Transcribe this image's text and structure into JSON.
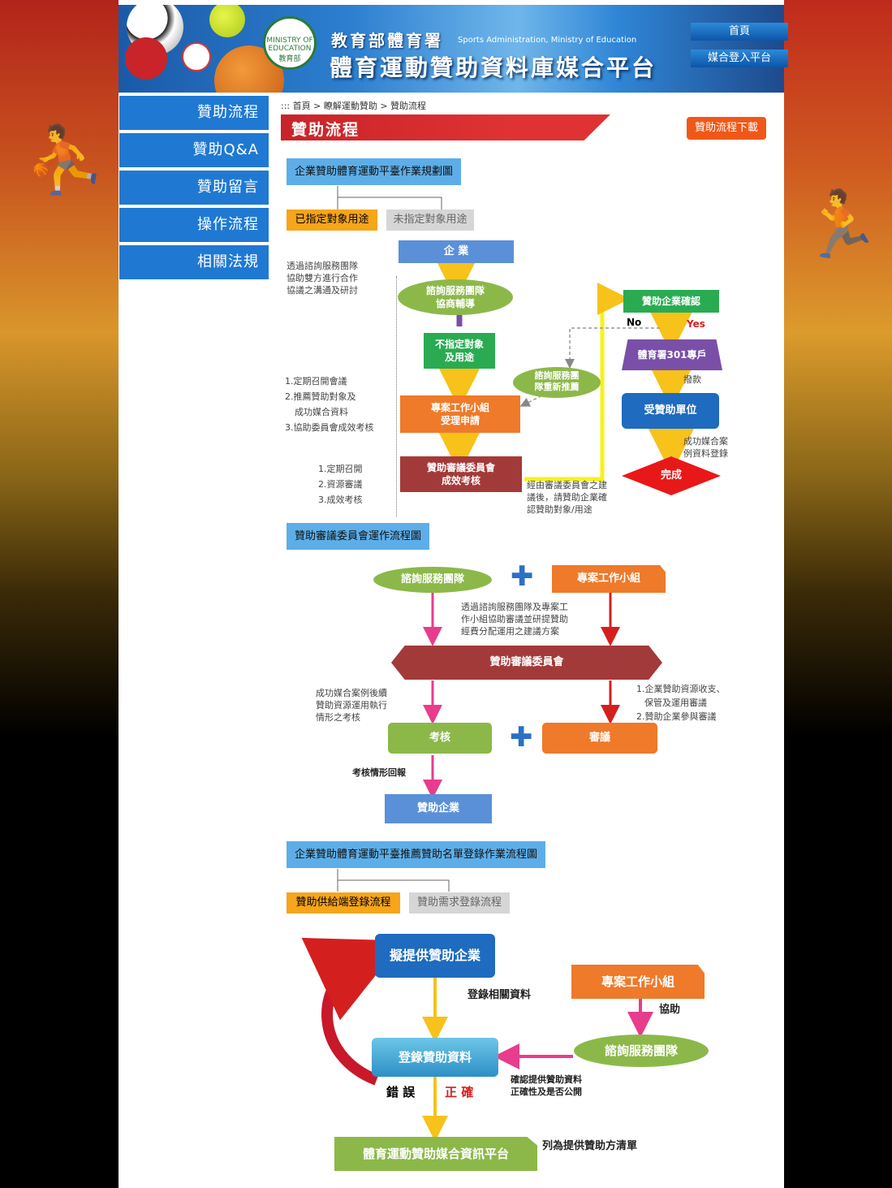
{
  "header": {
    "ministry": "教育部體育署",
    "ministry_en": "Sports Administration, Ministry of Education",
    "site_title": "體育運動贊助資料庫媒合平台",
    "logo_text": "MINISTRY OF EDUCATION 教育部",
    "nav": [
      "首頁",
      "媒合登入平台"
    ]
  },
  "sidebar": {
    "items": [
      "贊助流程",
      "贊助Q&A",
      "贊助留言",
      "操作流程",
      "相關法規"
    ]
  },
  "breadcrumb": "::: 首頁 > 瞭解運動贊助 > 贊助流程",
  "page_title": "贊助流程",
  "download_button": "贊助流程下載",
  "section1": {
    "title": "企業贊助體育運動平臺作業規劃圖",
    "tabs": [
      "已指定對象用途",
      "未指定對象用途"
    ],
    "nodes": {
      "enterprise": "企 業",
      "consult": [
        "諮詢服務團隊",
        "協商輔導"
      ],
      "unspecified": [
        "不指定對象",
        "及用途"
      ],
      "working_group": [
        "專案工作小組",
        "受理申請"
      ],
      "committee": [
        "贊助審議委員會",
        "成效考核"
      ],
      "recommend": [
        "諮詢服務團",
        "隊重新推薦"
      ],
      "confirm": "贊助企業確認",
      "account": "體育署301專戶",
      "recipient": "受贊助單位",
      "done": "完成"
    },
    "labels": {
      "note1": [
        "透過諮詢服務團隊",
        "協助雙方進行合作",
        "協議之溝通及研討"
      ],
      "note2": [
        "1.定期召開會議",
        "2.推薦贊助對象及",
        "成功媒合資料",
        "3.協助委員會成效考核"
      ],
      "note3": [
        "1.定期召開",
        "2.資源審議",
        "3.成效考核"
      ],
      "note4": [
        "經由審議委員會之建",
        "議後，請贊助企業確",
        "認贊助對象/用途"
      ],
      "no": "No",
      "yes": "Yes",
      "fund": "撥款",
      "record": [
        "成功媒合案",
        "例資料登錄"
      ]
    }
  },
  "section2": {
    "title": "贊助審議委員會運作流程圖",
    "nodes": {
      "consult": "諮詢服務團隊",
      "working_group": "專案工作小組",
      "committee": "贊助審議委員會",
      "assess": "考核",
      "review": "審議",
      "sponsor": "贊助企業"
    },
    "labels": {
      "top": [
        "透過諮詢服務團隊及專案工",
        "作小組協助審議並研提贊助",
        "經費分配運用之建議方案"
      ],
      "left": [
        "成功媒合案例後續",
        "贊助資源運用執行",
        "情形之考核"
      ],
      "right": [
        "1.企業贊助資源收支、",
        "保管及運用審議",
        "2.贊助企業參與審議"
      ],
      "report": "考核情形回報"
    }
  },
  "section3": {
    "title": "企業贊助體育運動平臺推薦贊助名單登錄作業流程圖",
    "tabs": [
      "贊助供給端登錄流程",
      "贊助需求登錄流程"
    ],
    "nodes": {
      "provider": "擬提供贊助企業",
      "working_group": "專案工作小組",
      "register": "登錄贊助資料",
      "consult": "諮詢服務團隊",
      "platform": "體育運動贊助媒合資訊平台"
    },
    "labels": {
      "register_info": "登錄相關資料",
      "assist": "協助",
      "confirm": [
        "確認提供贊助資料",
        "正確性及是否公開"
      ],
      "error": "錯 誤",
      "correct": "正 確",
      "list": "列為提供贊助方清單"
    }
  },
  "colors": {
    "sidebar": "#1f79d3",
    "title_red": "#d9282e",
    "download": "#f05818",
    "section": "#5daee8",
    "tab_yellow": "#f7a51a",
    "flow_blue": "#3a78c8",
    "flow_green": "#8cb84a",
    "flow_orange": "#ee7a2a",
    "flow_darkred": "#a33a3a",
    "flow_purple": "#7a4fa8",
    "arrow_yellow": "#f7c21a",
    "arrow_pink": "#e83c8c",
    "arrow_red": "#d41f1f"
  },
  "icons": [
    "soccer-ball-icon",
    "tennis-ball-icon",
    "basketball-icon",
    "ping-pong-icon",
    "baseball-icon",
    "plus-icon"
  ]
}
